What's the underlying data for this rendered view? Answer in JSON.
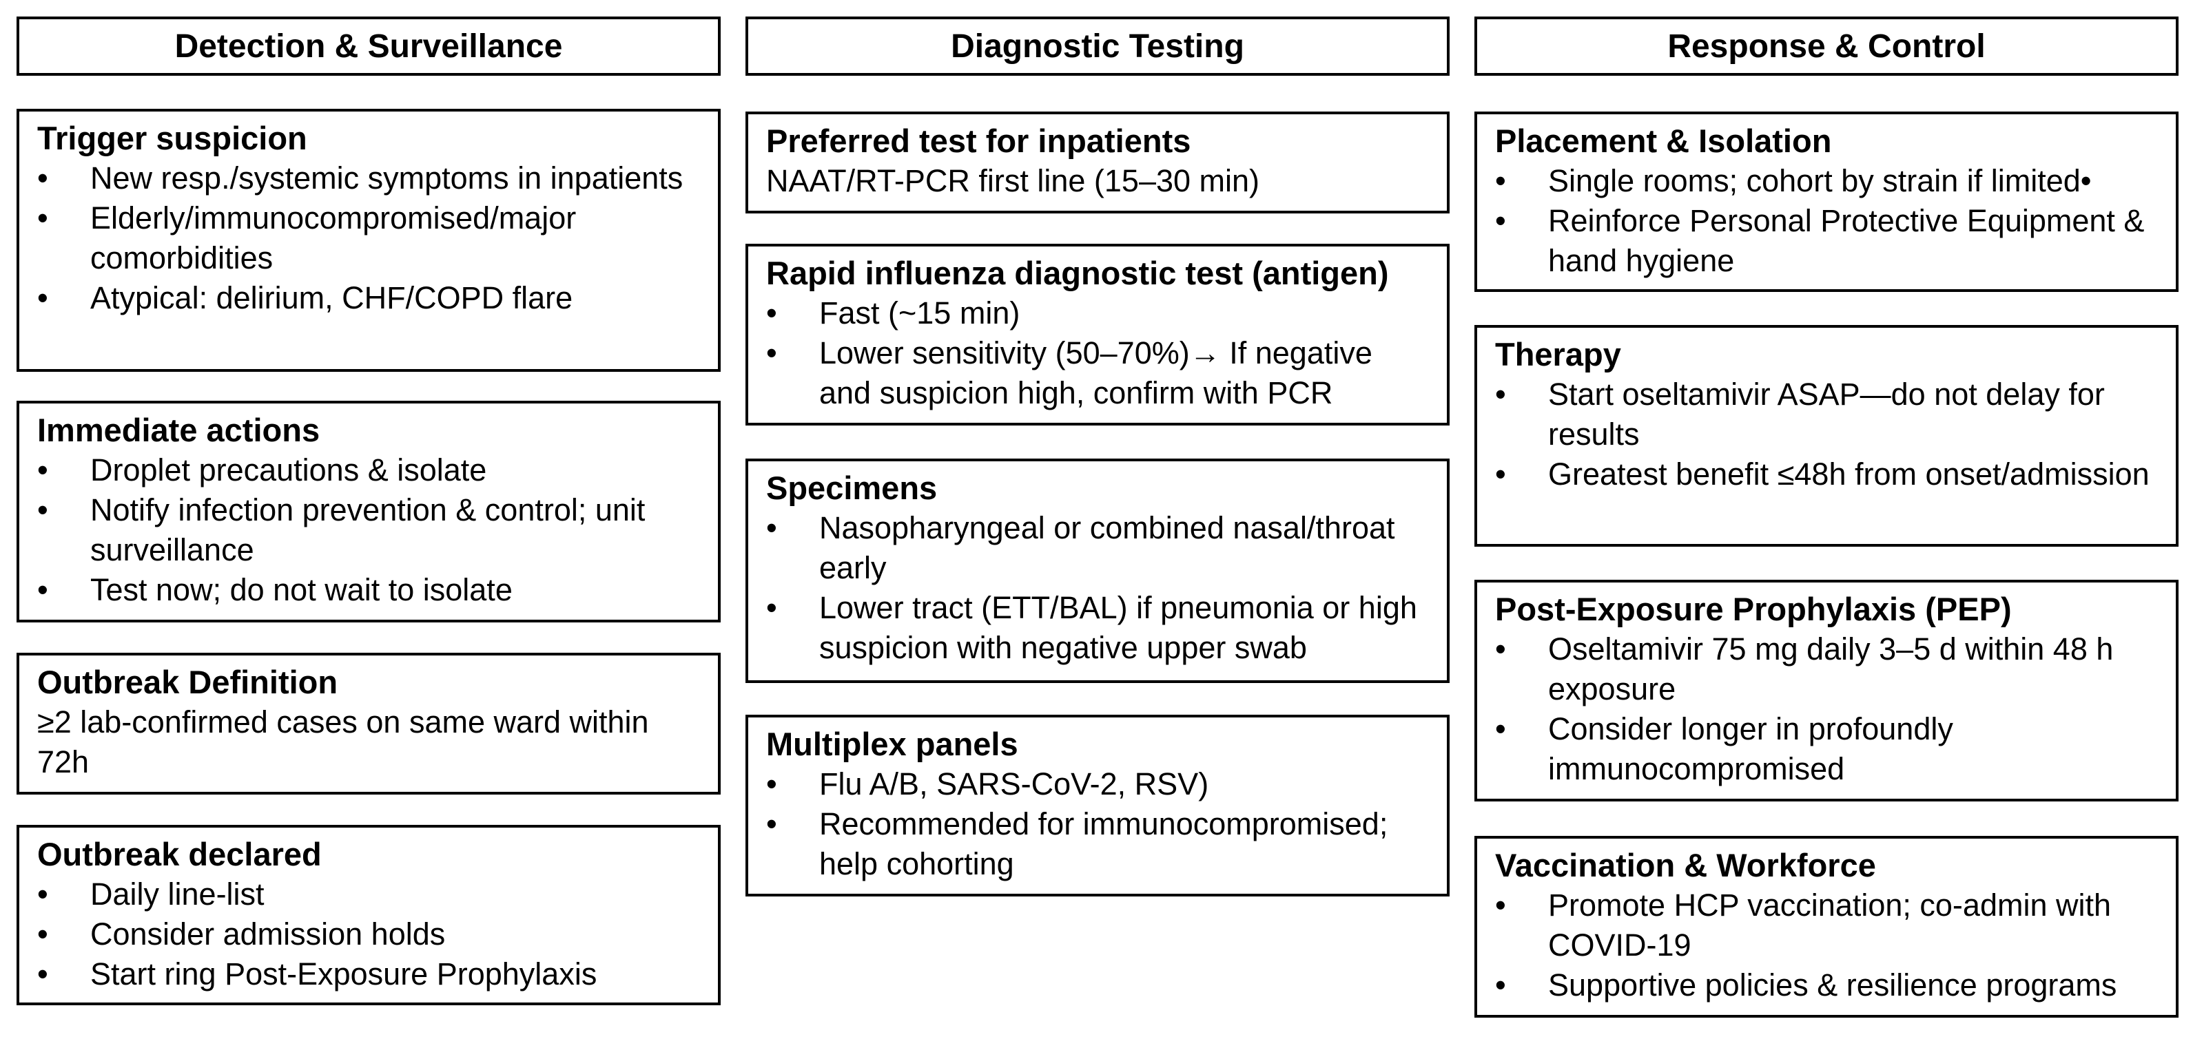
{
  "columns": [
    {
      "header": "Detection & Surveillance",
      "boxes": [
        {
          "title": "Trigger suspicion",
          "bullets": [
            "New resp./systemic symptoms in inpatients",
            "Elderly/immunocompromised/major comorbidities",
            "Atypical: delirium, CHF/COPD flare"
          ]
        },
        {
          "title": "Immediate actions",
          "bullets": [
            "Droplet precautions & isolate",
            "Notify infection prevention & control; unit surveillance",
            "Test now; do not wait to isolate"
          ]
        },
        {
          "title": "Outbreak Definition",
          "text": "≥2 lab-confirmed cases on same ward within 72h"
        },
        {
          "title": "Outbreak declared",
          "bullets": [
            "Daily line-list",
            "Consider admission holds",
            "Start ring Post-Exposure Prophylaxis"
          ]
        }
      ]
    },
    {
      "header": "Diagnostic Testing",
      "boxes": [
        {
          "title": "Preferred test for inpatients",
          "text": "NAAT/RT-PCR first line (15–30 min)"
        },
        {
          "title": "Rapid influenza diagnostic test (antigen)",
          "bullets": [
            "Fast (~15 min)",
            "Lower sensitivity (50–70%)→ If negative and suspicion high, confirm with PCR"
          ]
        },
        {
          "title": "Specimens",
          "bullets": [
            "Nasopharyngeal or combined nasal/throat early",
            "Lower tract (ETT/BAL) if pneumonia or high suspicion with negative upper swab"
          ]
        },
        {
          "title": "Multiplex panels",
          "bullets": [
            "Flu A/B, SARS-CoV-2, RSV)",
            "Recommended for immunocompromised; help cohorting"
          ]
        }
      ]
    },
    {
      "header": "Response & Control",
      "boxes": [
        {
          "title": "Placement & Isolation",
          "bullets": [
            "Single rooms; cohort by strain if limited•",
            "Reinforce Personal Protective Equipment & hand hygiene"
          ]
        },
        {
          "title": "Therapy",
          "bullets": [
            "Start oseltamivir ASAP—do not delay for results",
            "Greatest benefit ≤48h from onset/admission"
          ]
        },
        {
          "title": "Post-Exposure Prophylaxis (PEP)",
          "bullets": [
            "Oseltamivir 75 mg daily 3–5 d within 48 h exposure",
            "Consider longer in profoundly immunocompromised"
          ]
        },
        {
          "title": "Vaccination & Workforce",
          "bullets": [
            "Promote HCP vaccination; co-admin with COVID-19",
            "Supportive policies & resilience programs"
          ]
        }
      ]
    }
  ],
  "bullet_char": "•"
}
